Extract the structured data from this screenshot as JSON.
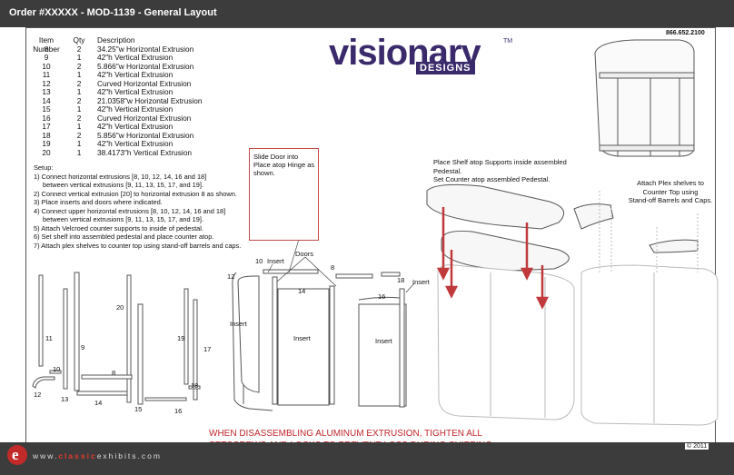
{
  "header": {
    "title": "Order #XXXXX - MOD-1139 - General Layout"
  },
  "phone": "866.652.2100",
  "logo": {
    "word": "visionary",
    "sub": "DESIGNS",
    "tm": "TM"
  },
  "parts_table": {
    "headers": [
      "Item Number",
      "Qty",
      "Description"
    ],
    "rows": [
      [
        "8",
        "2",
        "34.25\"w Horizontal Extrusion"
      ],
      [
        "9",
        "1",
        "42\"h Vertical Extrusion"
      ],
      [
        "10",
        "2",
        "5.866\"w Horizontal Extrusion"
      ],
      [
        "11",
        "1",
        "42\"h Vertical Extrusion"
      ],
      [
        "12",
        "2",
        "Curved Horizontal Extrusion"
      ],
      [
        "13",
        "1",
        "42\"h Vertical Extrusion"
      ],
      [
        "14",
        "2",
        "21.0358\"w Horizontal Extrusion"
      ],
      [
        "15",
        "1",
        "42\"h Vertical Extrusion"
      ],
      [
        "16",
        "2",
        "Curved Horizontal Extrusion"
      ],
      [
        "17",
        "1",
        "42\"h Vertical Extrusion"
      ],
      [
        "18",
        "2",
        "5.856\"w Horizontal Extrusion"
      ],
      [
        "19",
        "1",
        "42\"h Vertical Extrusion"
      ],
      [
        "20",
        "1",
        "38.4173\"h Vertical Extrusion"
      ]
    ]
  },
  "setup": {
    "title": "Setup:",
    "lines": [
      {
        "text": "1)  Connect horizontal extrusions [8, 10, 12, 14, 16 and 18]",
        "indent": false
      },
      {
        "text": "between vertical extrusions [9, 11, 13, 15, 17, and 19].",
        "indent": true
      },
      {
        "text": "2)  Connect vertical extrusion [20] to horizontal extrusion 8 as shown.",
        "indent": false
      },
      {
        "text": "3)  Place inserts and doors where indicated.",
        "indent": false
      },
      {
        "text": "4)  Connect upper horizontal extrusions [8, 10, 12, 14, 16 and 18]",
        "indent": false
      },
      {
        "text": "between vertical extrusions [9, 11, 13, 15, 17, and 19].",
        "indent": true
      },
      {
        "text": "5)  Attach Velcroed counter supports to inside of pedestal.",
        "indent": false
      },
      {
        "text": "6)  Set shelf into assembled pedestal and place counter atop.",
        "indent": false
      },
      {
        "text": "7)  Attach plex shelves to counter top using stand-off barrels and caps.",
        "indent": false
      }
    ]
  },
  "inset_note": "Slide Door into Place atop Hinge as shown.",
  "shelf_note": [
    "Place Shelf atop Supports inside assembled",
    "Pedestal.",
    "Set Counter atop assembled Pedestal."
  ],
  "plex_note": [
    "Attach Plex shelves to",
    "Counter Top using",
    "Stand-off Barrels and Caps."
  ],
  "part_labels": {
    "l11": "11",
    "l9": "9",
    "l20": "20",
    "l10": "10",
    "l8": "8",
    "l12": "12",
    "l13": "13",
    "l14": "14",
    "l15": "15",
    "l16": "16",
    "l19": "19",
    "l17": "17",
    "l18": "18"
  },
  "assembly_labels": {
    "a10": "10",
    "insert_top": "Insert",
    "doors": "Doors",
    "a8": "8",
    "a12": "12",
    "a14": "14",
    "a16": "16",
    "a18": "18",
    "insert_right": "Insert",
    "insert_left": "Insert",
    "insert_mid": "Insert",
    "insert_mid2": "Insert"
  },
  "warning": [
    "WHEN DISASSEMBLING ALUMINUM EXTRUSION, TIGHTEN ALL",
    "SETSCREWS AND LOCKS TO PREVENT LOSS DURING SHIPPING"
  ],
  "copyright": "© 2011",
  "footer": {
    "prefix": "www.",
    "brand": "classic",
    "rest": "exhibits.com",
    "logo_letter": "e"
  },
  "colors": {
    "bar": "#3c3c3c",
    "brand": "#3b2a6b",
    "warning": "#c2272d",
    "arrow": "#c0393b"
  }
}
